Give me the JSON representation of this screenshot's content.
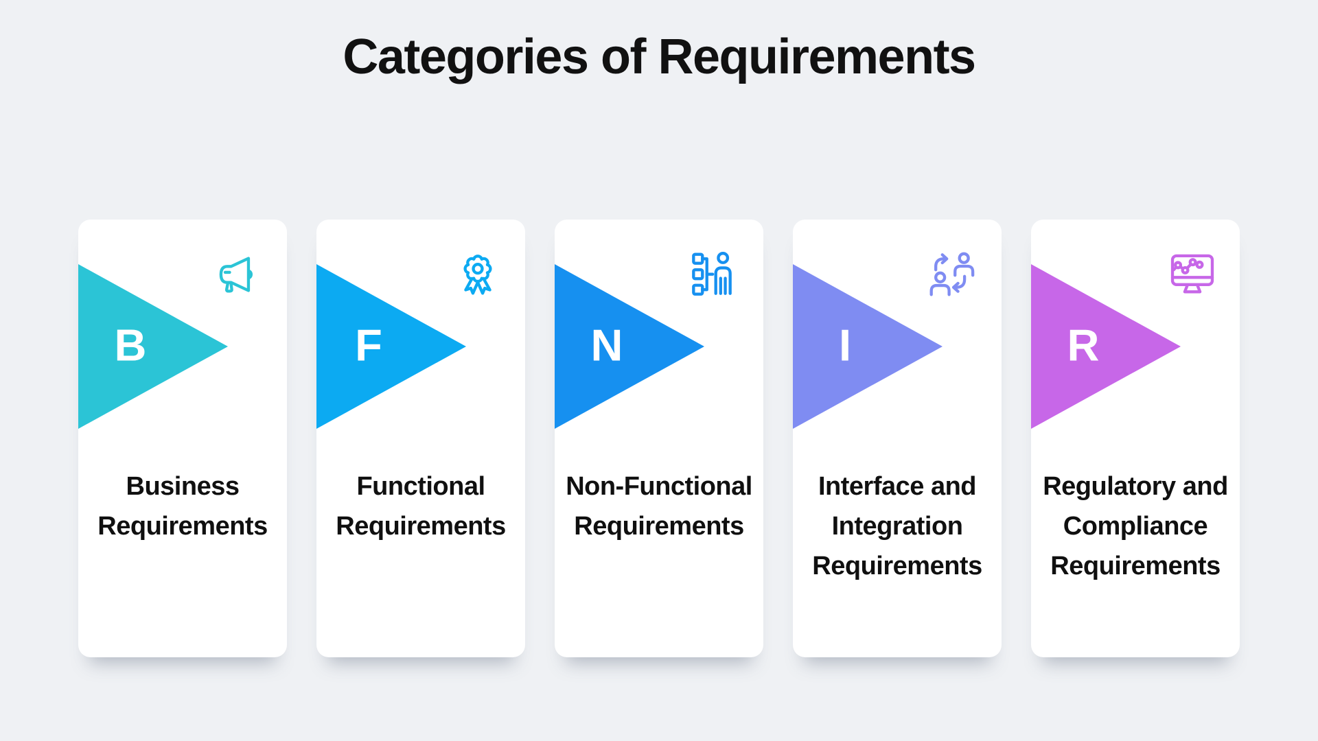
{
  "title": "Categories of Requirements",
  "colors": {
    "background": "#EFF1F4",
    "card": "#FFFFFF",
    "title_text": "#111111",
    "label_text": "#101010",
    "letter_text": "#FFFFFF"
  },
  "cards": [
    {
      "letter": "B",
      "label_lines": [
        "Business",
        "Requirements"
      ],
      "color": "#2BC4D6",
      "icon": "megaphone-icon"
    },
    {
      "letter": "F",
      "label_lines": [
        "Functional",
        "Requirements"
      ],
      "color": "#0CAAF2",
      "icon": "award-ribbon-icon"
    },
    {
      "letter": "N",
      "label_lines": [
        "Non-Functional",
        "Requirements"
      ],
      "color": "#1690F0",
      "icon": "org-chart-person-icon"
    },
    {
      "letter": "I",
      "label_lines": [
        "Interface and",
        "Integration",
        "Requirements"
      ],
      "color": "#7F8CF2",
      "icon": "people-exchange-icon"
    },
    {
      "letter": "R",
      "label_lines": [
        "Regulatory and",
        "Compliance",
        "Requirements"
      ],
      "color": "#C767E8",
      "icon": "monitor-chart-icon"
    }
  ]
}
